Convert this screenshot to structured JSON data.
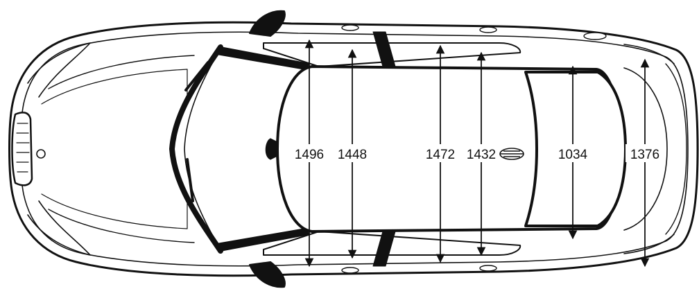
{
  "diagram": {
    "colors": {
      "outline": "#111111",
      "fill": "#ffffff",
      "thin_line": "#222222"
    },
    "measurements": [
      {
        "id": "dim-1496",
        "value": "1496"
      },
      {
        "id": "dim-1448",
        "value": "1448"
      },
      {
        "id": "dim-1472",
        "value": "1472"
      },
      {
        "id": "dim-1432",
        "value": "1432"
      },
      {
        "id": "dim-1034",
        "value": "1034"
      },
      {
        "id": "dim-1376",
        "value": "1376"
      }
    ],
    "icons": {
      "emblem": "car-badge-icon",
      "arrow": "double-headed-arrow-icon"
    }
  }
}
